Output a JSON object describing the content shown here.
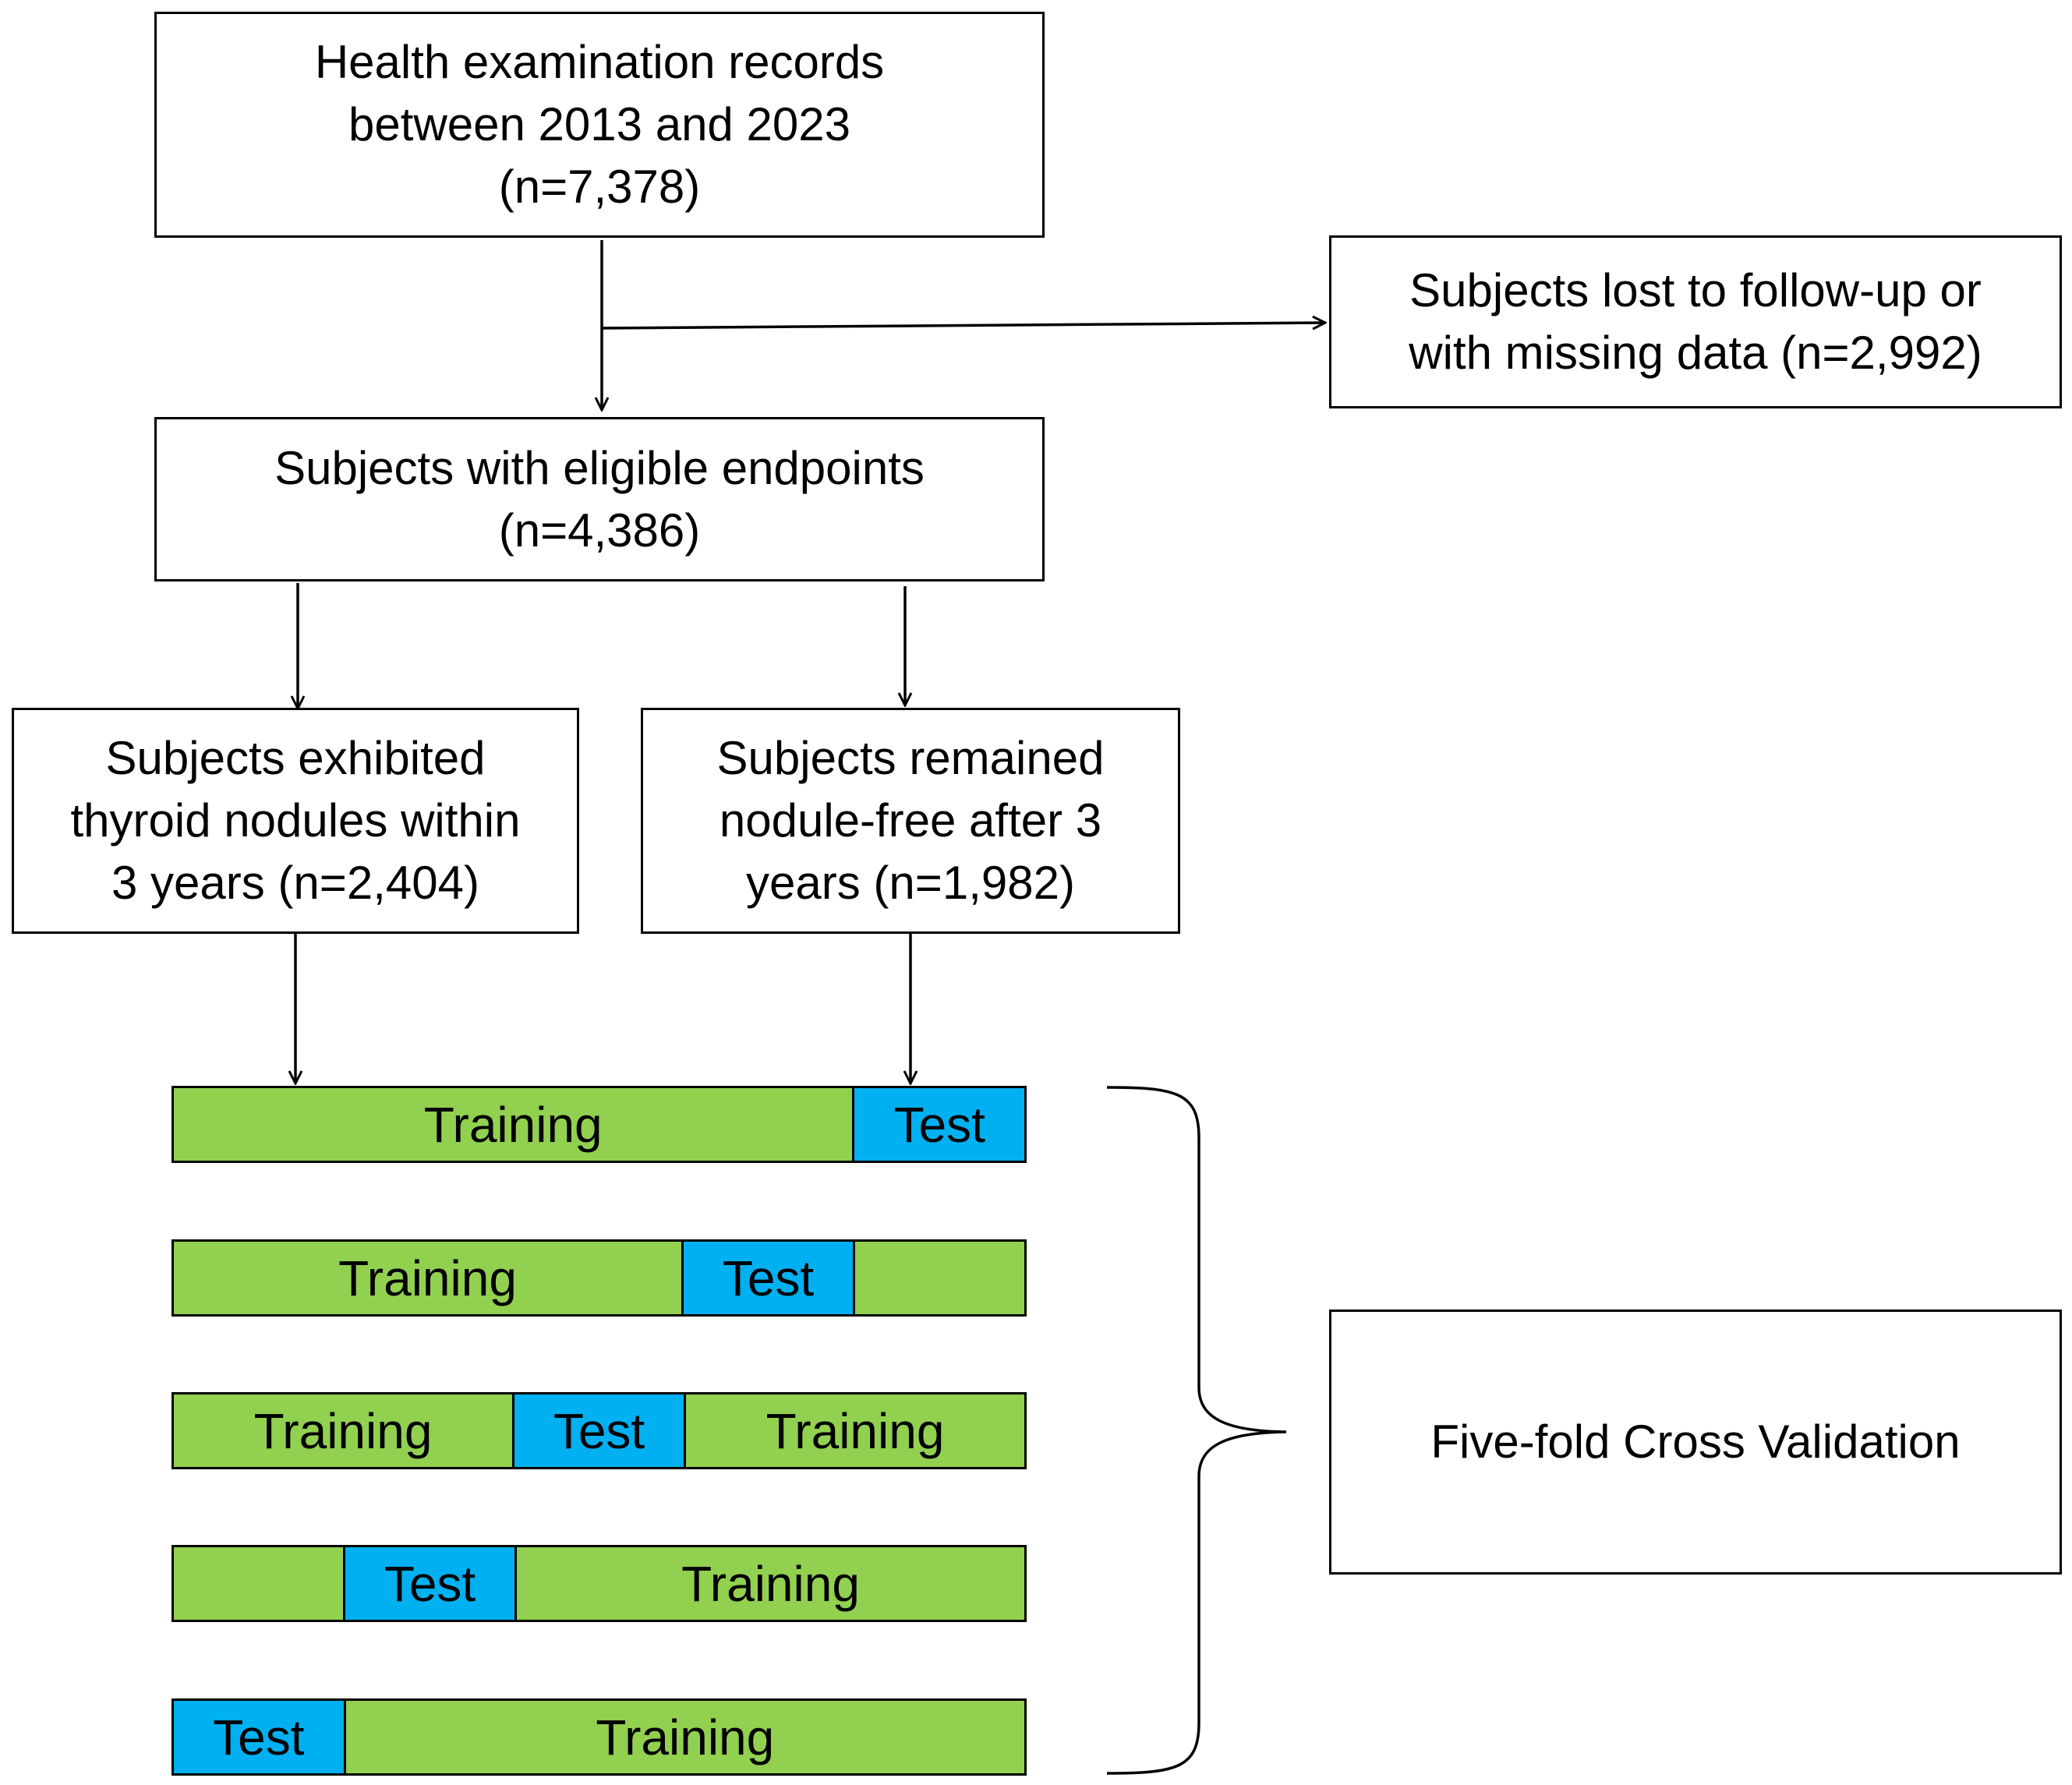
{
  "boxes": {
    "records": {
      "lines": [
        "Health examination records",
        "between 2013 and 2023",
        "(n=7,378)"
      ]
    },
    "excluded": {
      "lines": [
        "Subjects lost to follow-up or",
        "with missing data (n=2,992)"
      ]
    },
    "eligible": {
      "lines": [
        "Subjects with eligible endpoints",
        "(n=4,386)"
      ]
    },
    "nodules": {
      "lines": [
        "Subjects exhibited",
        "thyroid nodules within",
        "3 years (n=2,404)"
      ]
    },
    "nodule_free": {
      "lines": [
        "Subjects remained",
        "nodule-free after 3",
        "years (n=1,982)"
      ]
    },
    "cross_validation": {
      "lines": [
        "Five-fold Cross Validation"
      ]
    }
  },
  "folds": [
    [
      {
        "kind": "training",
        "label": "Training",
        "units": 4
      },
      {
        "kind": "test",
        "label": "Test",
        "units": 1
      }
    ],
    [
      {
        "kind": "training",
        "label": "Training",
        "units": 3
      },
      {
        "kind": "test",
        "label": "Test",
        "units": 1
      },
      {
        "kind": "training",
        "label": "",
        "units": 1
      }
    ],
    [
      {
        "kind": "training",
        "label": "Training",
        "units": 2
      },
      {
        "kind": "test",
        "label": "Test",
        "units": 1
      },
      {
        "kind": "training",
        "label": "Training",
        "units": 2
      }
    ],
    [
      {
        "kind": "training",
        "label": "",
        "units": 1
      },
      {
        "kind": "test",
        "label": "Test",
        "units": 1
      },
      {
        "kind": "training",
        "label": "Training",
        "units": 3
      }
    ],
    [
      {
        "kind": "test",
        "label": "Test",
        "units": 1
      },
      {
        "kind": "training",
        "label": "Training",
        "units": 4
      }
    ]
  ],
  "colors": {
    "training": "#92d050",
    "test": "#00b0f0",
    "line": "#000000"
  }
}
